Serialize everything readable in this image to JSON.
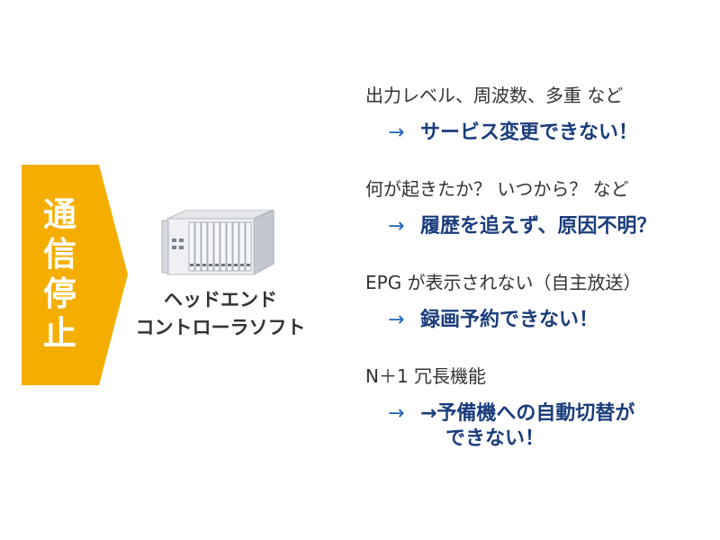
{
  "banner": {
    "chars": [
      "通",
      "信",
      "停",
      "止"
    ],
    "color": "#f5ae00"
  },
  "device": {
    "icon": "rack-server-icon",
    "label_lines": [
      "ヘッドエンド",
      "コントローラソフト"
    ]
  },
  "items": [
    {
      "title": "出力レベル、周波数、多重 など",
      "arrow": "→",
      "result_lines": [
        "サービス変更できない！"
      ]
    },
    {
      "title": "何が起きたか？ いつから？ など",
      "arrow": "→",
      "result_lines": [
        "履歴を追えず、原因不明？"
      ]
    },
    {
      "title": "EPG が表示されない（自主放送）",
      "arrow": "→",
      "result_lines": [
        "録画予約できない！"
      ]
    },
    {
      "title": "N＋1 冗長機能",
      "arrow": "→",
      "result_lines": [
        "→予備機への自動切替が",
        "できない！"
      ]
    }
  ],
  "colors": {
    "result_text": "#1a3d7c",
    "arrow": "#1f63b6",
    "title_text": "#333333"
  }
}
